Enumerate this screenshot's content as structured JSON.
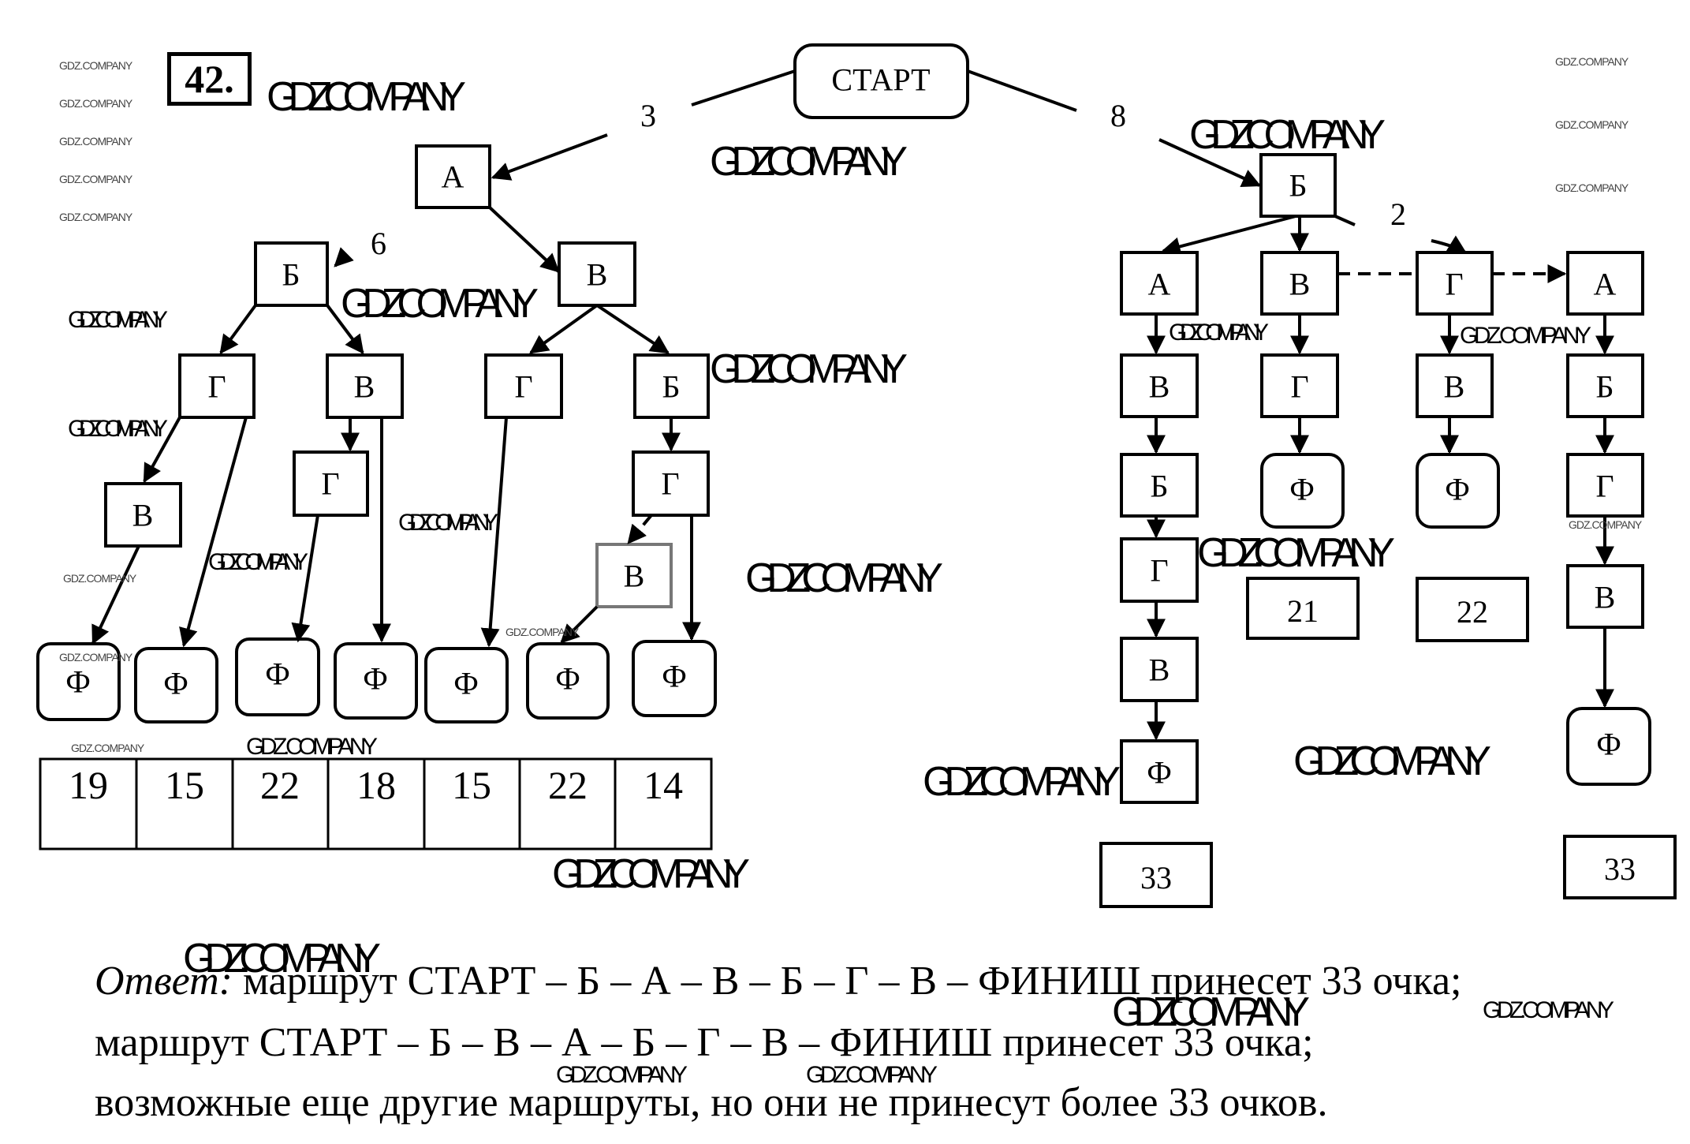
{
  "problem_number": "42.",
  "watermark": "GDZ.COMPANY",
  "start_label": "СТАРТ",
  "edge_weights": {
    "start_to_A": "3",
    "start_to_B": "8",
    "A_to_B": "6",
    "B_to_G": "2"
  },
  "left_tree": {
    "root": "А",
    "level2": [
      "Б",
      "В"
    ],
    "level3": [
      "Г",
      "В",
      "Г",
      "Б"
    ],
    "level4": [
      "В",
      "Г",
      "Г",
      "В"
    ],
    "finish_nodes": [
      "Ф",
      "Ф",
      "Ф",
      "Ф",
      "Ф",
      "Ф",
      "Ф"
    ],
    "scores": [
      "19",
      "15",
      "22",
      "18",
      "15",
      "22",
      "14"
    ]
  },
  "right_tree": {
    "root": "Б",
    "branches": [
      {
        "nodes": [
          "А",
          "В",
          "Б",
          "Г",
          "В",
          "Ф"
        ],
        "score": "33"
      },
      {
        "nodes": [
          "В",
          "Г",
          "Ф"
        ],
        "score": "21"
      },
      {
        "nodes": [
          "Г",
          "В",
          "Ф"
        ],
        "score": "22"
      },
      {
        "nodes": [
          "А",
          "Б",
          "Г",
          "В",
          "Ф"
        ],
        "score": "33"
      }
    ]
  },
  "answer": {
    "label": "Ответ:",
    "line1": "маршрут СТАРТ – Б – А – В – Б – Г – В – ФИНИШ принесет 33 очка;",
    "line2": "маршрут СТАРТ – Б – В – А – Б – Г – В – ФИНИШ принесет 33 очка;",
    "line3": "возможные еще другие маршруты, но они не принесут более 33 очков."
  }
}
